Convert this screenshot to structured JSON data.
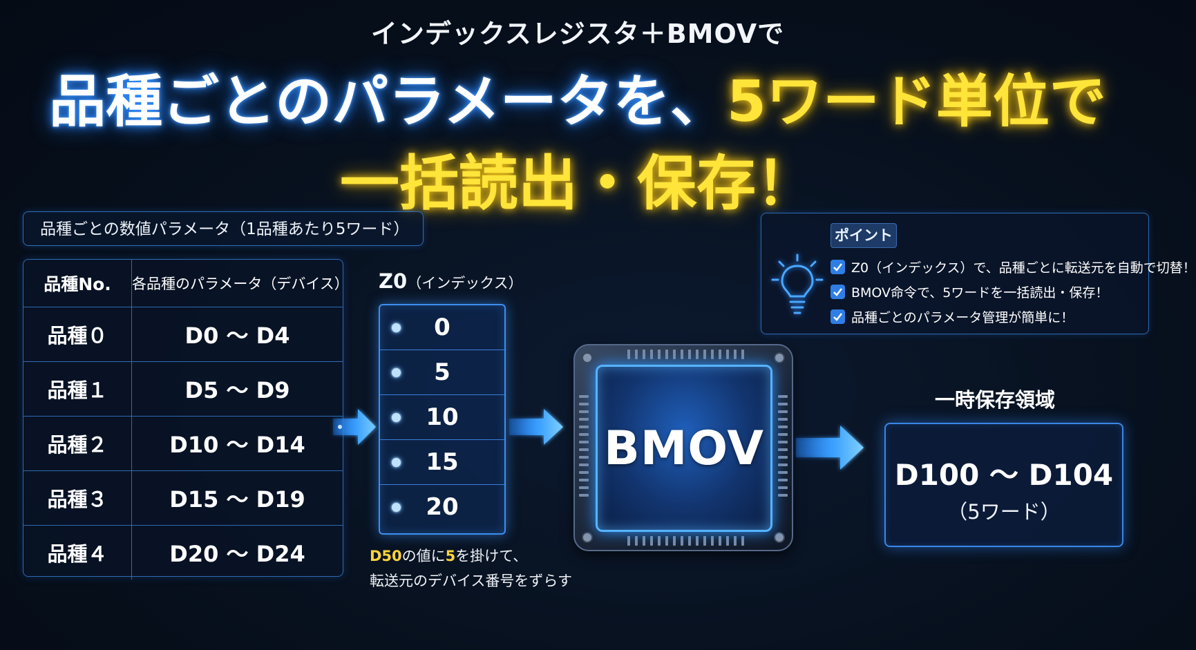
{
  "title": {
    "subtitle": "インデックスレジスタ＋BMOVで",
    "line1_white": "品種ごとのパラメータを、",
    "line1_yellow": "5ワード単位で",
    "line2": "一括読出・保存！"
  },
  "colors": {
    "accent_blue": "#3e8ef0",
    "highlight_yellow": "#ffe43a",
    "background": "#07101d"
  },
  "caption": "品種ごとの数値パラメータ（1品種あたり5ワード）",
  "param_table": {
    "headers": [
      "品種No.",
      "各品種のパラメータ（デバイス）"
    ],
    "rows": [
      [
        "品種０",
        "D0 ～ D4"
      ],
      [
        "品種１",
        "D5 ～ D9"
      ],
      [
        "品種２",
        "D10 ～ D14"
      ],
      [
        "品種３",
        "D15 ～ D19"
      ],
      [
        "品種４",
        "D20 ～ D24"
      ]
    ]
  },
  "z0": {
    "label": "Z0",
    "label_sub": "（インデックス）",
    "values": [
      "0",
      "5",
      "10",
      "15",
      "20"
    ],
    "note_hl1": "D50",
    "note_t1": "の値に",
    "note_hl2": "5",
    "note_t2": "を掛けて、",
    "note_line2": "転送元のデバイス番号をずらす"
  },
  "chip": {
    "label": "BMOV"
  },
  "temp": {
    "title": "一時保存領域",
    "range": "D100 ～ D104",
    "sub": "（5ワード）"
  },
  "point": {
    "tag": "ポイント",
    "icon": "lightbulb-icon",
    "items": [
      "Z0（インデックス）で、品種ごとに転送元を自動で切替！",
      "BMOV命令で、5ワードを一括読出・保存！",
      "品種ごとのパラメータ管理が簡単に！"
    ]
  }
}
